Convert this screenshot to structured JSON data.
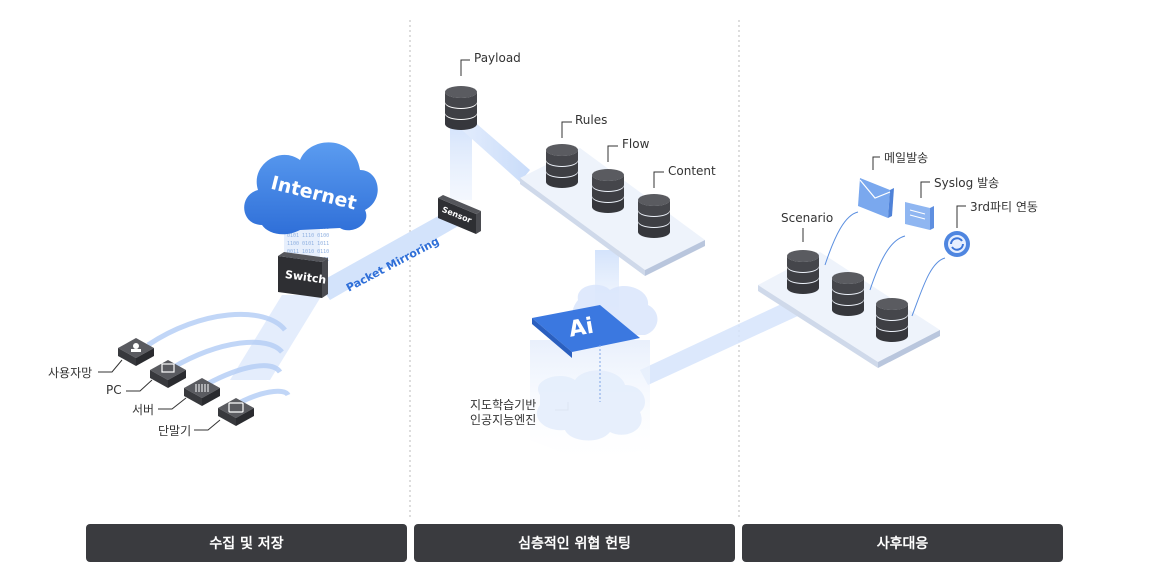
{
  "section1": {
    "cloud_label": "Internet",
    "switch_label": "Switch",
    "mirroring_label": "Packet Mirroring",
    "devices": [
      "사용자망",
      "PC",
      "서버",
      "단말기"
    ],
    "footer": "수집 및 저장"
  },
  "section2": {
    "sensor_label": "Sensor",
    "payload_label": "Payload",
    "db_labels": [
      "Rules",
      "Flow",
      "Content"
    ],
    "ai_label": "Ai",
    "engine_label": [
      "지도학습기반",
      "인공지능엔진"
    ],
    "footer": "심층적인 위협 헌팅"
  },
  "section3": {
    "scenario_label": "Scenario",
    "actions": [
      "메일발송",
      "Syslog 발송",
      "3rd파티 연동"
    ],
    "footer": "사후대응"
  }
}
